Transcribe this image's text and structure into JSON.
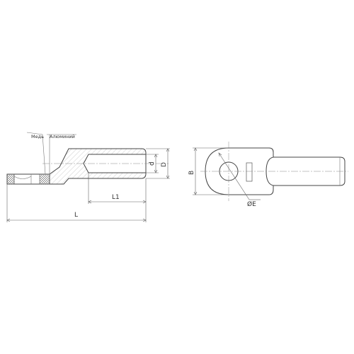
{
  "labels": {
    "copper": "Медь",
    "aluminum": "Алюминий",
    "d": "d",
    "D": "D",
    "L1": "L1",
    "L": "L",
    "B": "B",
    "E": "ØE"
  },
  "colors": {
    "line": "#444444",
    "hatch": "#9a9a9a",
    "text": "#333333"
  }
}
